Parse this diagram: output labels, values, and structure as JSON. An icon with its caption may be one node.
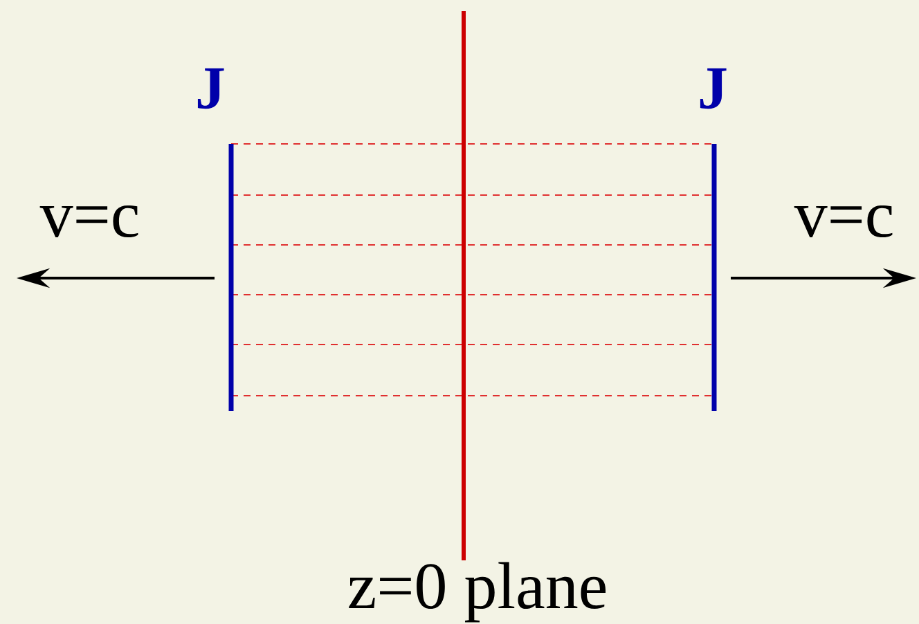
{
  "diagram": {
    "labels": [
      "J",
      "J",
      "v=c",
      "v=c",
      "z=0 plane"
    ]
  }
}
